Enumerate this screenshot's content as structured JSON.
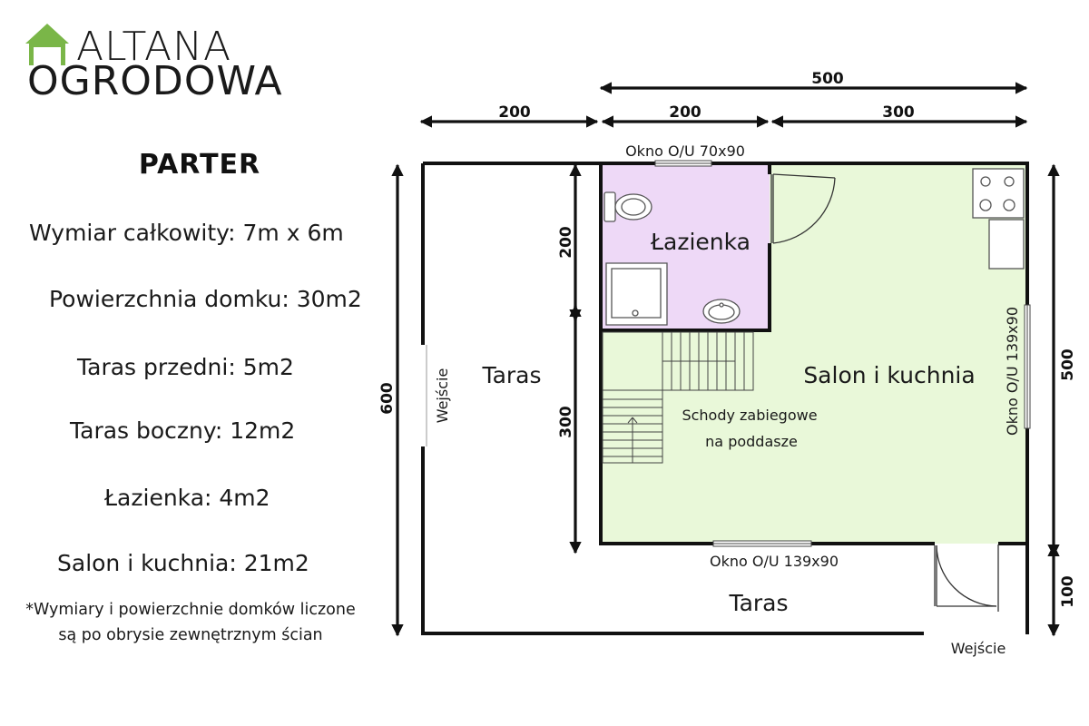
{
  "logo": {
    "line1": "ALTANA",
    "line2": "OGRODOWA",
    "color": "#7ab648"
  },
  "info": {
    "title": "PARTER",
    "items": [
      "Wymiar całkowity:  7m x 6m",
      "Powierzchnia domku: 30m2",
      "Taras przedni: 5m2",
      "Taras boczny: 12m2",
      "Łazienka: 4m2",
      "Salon i kuchnia: 21m2"
    ],
    "note_line1": "*Wymiary i powierzchnie domków liczone",
    "note_line2": "są po obrysie zewnętrznym ścian"
  },
  "dimensions": {
    "top_total": "500",
    "top_left": "200",
    "top_mid": "200",
    "top_right": "300",
    "left_total": "600",
    "inner_top": "200",
    "inner_bottom": "300",
    "right_upper": "500",
    "right_lower": "100"
  },
  "rooms": {
    "bathroom": "Łazienka",
    "living": "Salon i kuchnia",
    "terrace_side": "Taras",
    "terrace_front": "Taras",
    "stairs_line1": "Schody zabiegowe",
    "stairs_line2": "na poddasze"
  },
  "labels": {
    "window_top": "Okno O/U 70x90",
    "window_right": "Okno O/U 139x90",
    "window_bottom": "Okno O/U 139x90",
    "entrance_left": "Wejście",
    "entrance_bottom": "Wejście"
  },
  "colors": {
    "bathroom": "#eed9f7",
    "living": "#e9f8d9",
    "wall": "#111111"
  }
}
